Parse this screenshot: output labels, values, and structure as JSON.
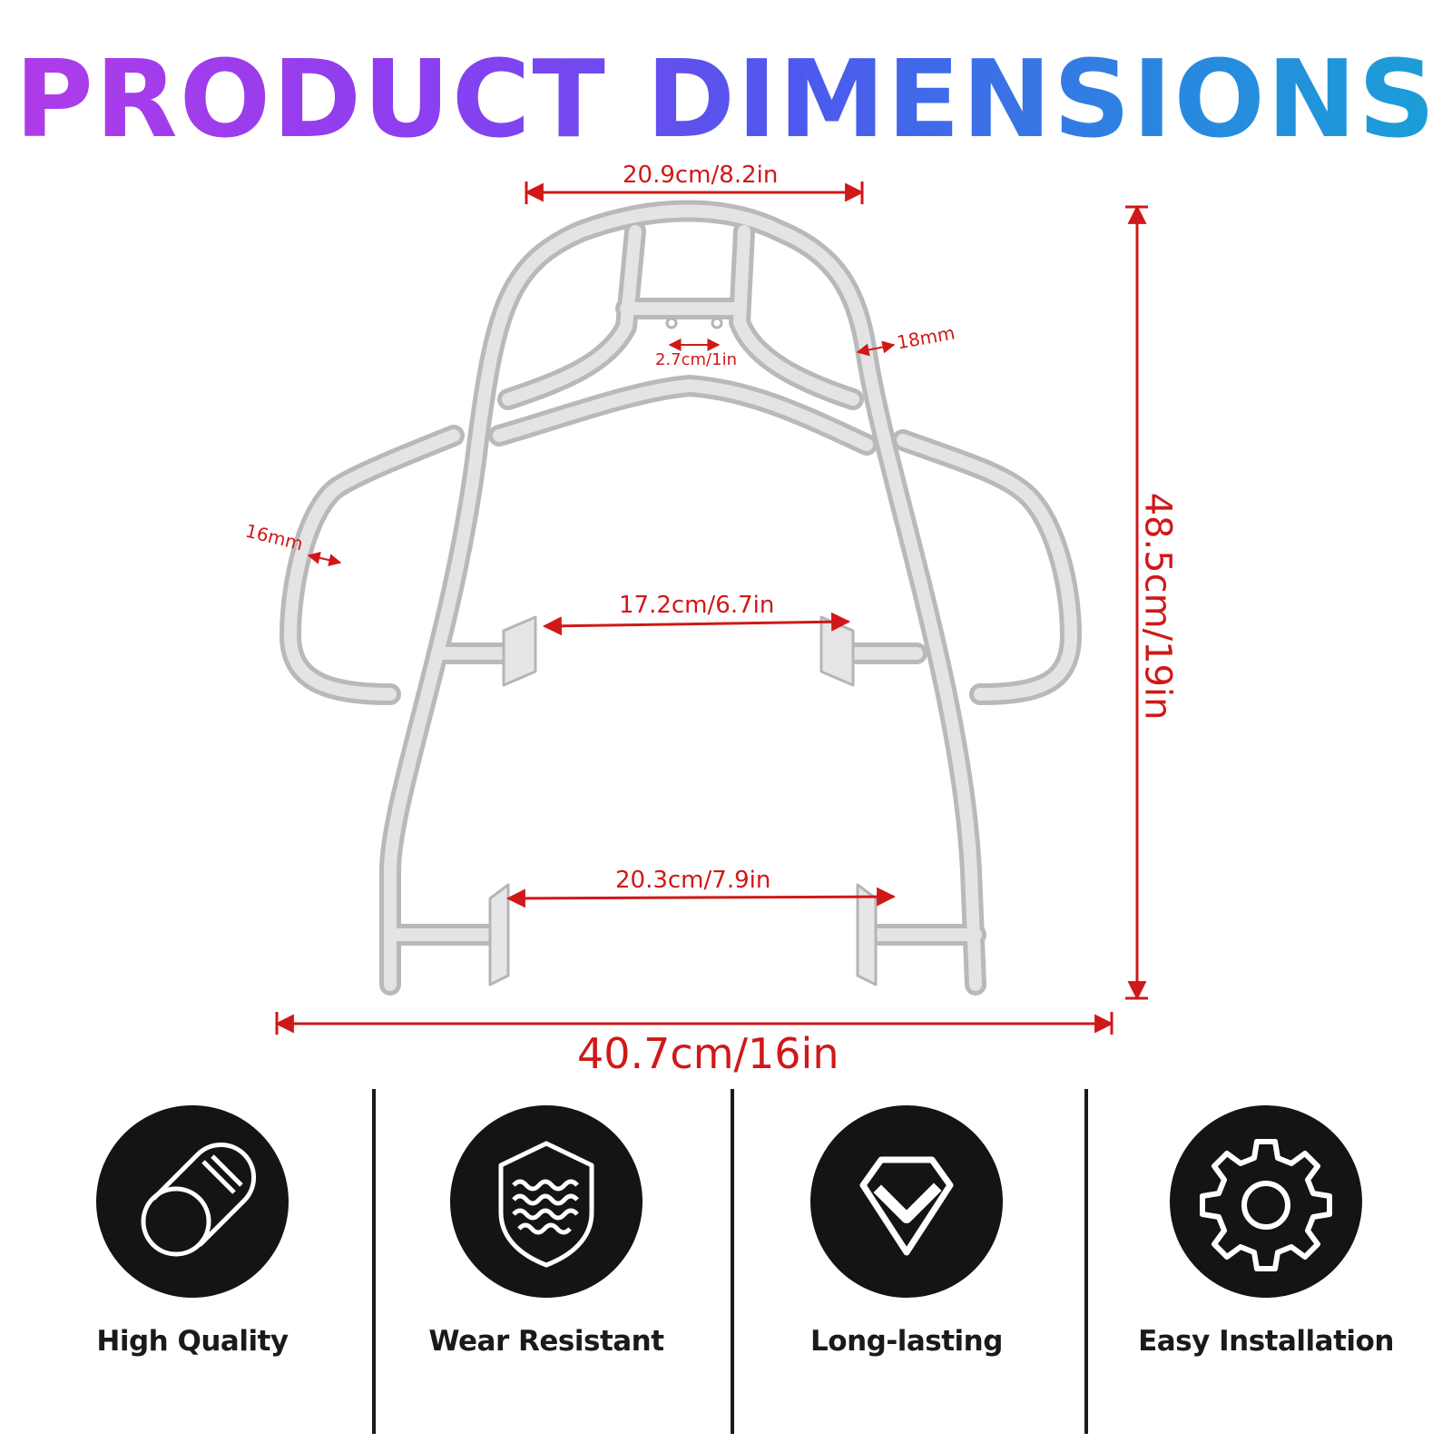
{
  "title": "PRODUCT DIMENSIONS",
  "dimensions": {
    "top_width": "20.9cm/8.2in",
    "mount_spacing": "2.7cm/1in",
    "tube_top": "18mm",
    "tube_side": "16mm",
    "mid_width": "17.2cm/6.7in",
    "bottom_width": "20.3cm/7.9in",
    "overall_width": "40.7cm/16in",
    "overall_height": "48.5cm/19in"
  },
  "colors": {
    "dimension_red": "#d01818",
    "frame_silver": "#c9c9cb"
  },
  "features": [
    {
      "label": "High Quality",
      "icon": "cylinder-icon"
    },
    {
      "label": "Wear Resistant",
      "icon": "shield-wave-icon"
    },
    {
      "label": "Long-lasting",
      "icon": "diamond-check-icon"
    },
    {
      "label": "Easy Installation",
      "icon": "gear-icon"
    }
  ]
}
